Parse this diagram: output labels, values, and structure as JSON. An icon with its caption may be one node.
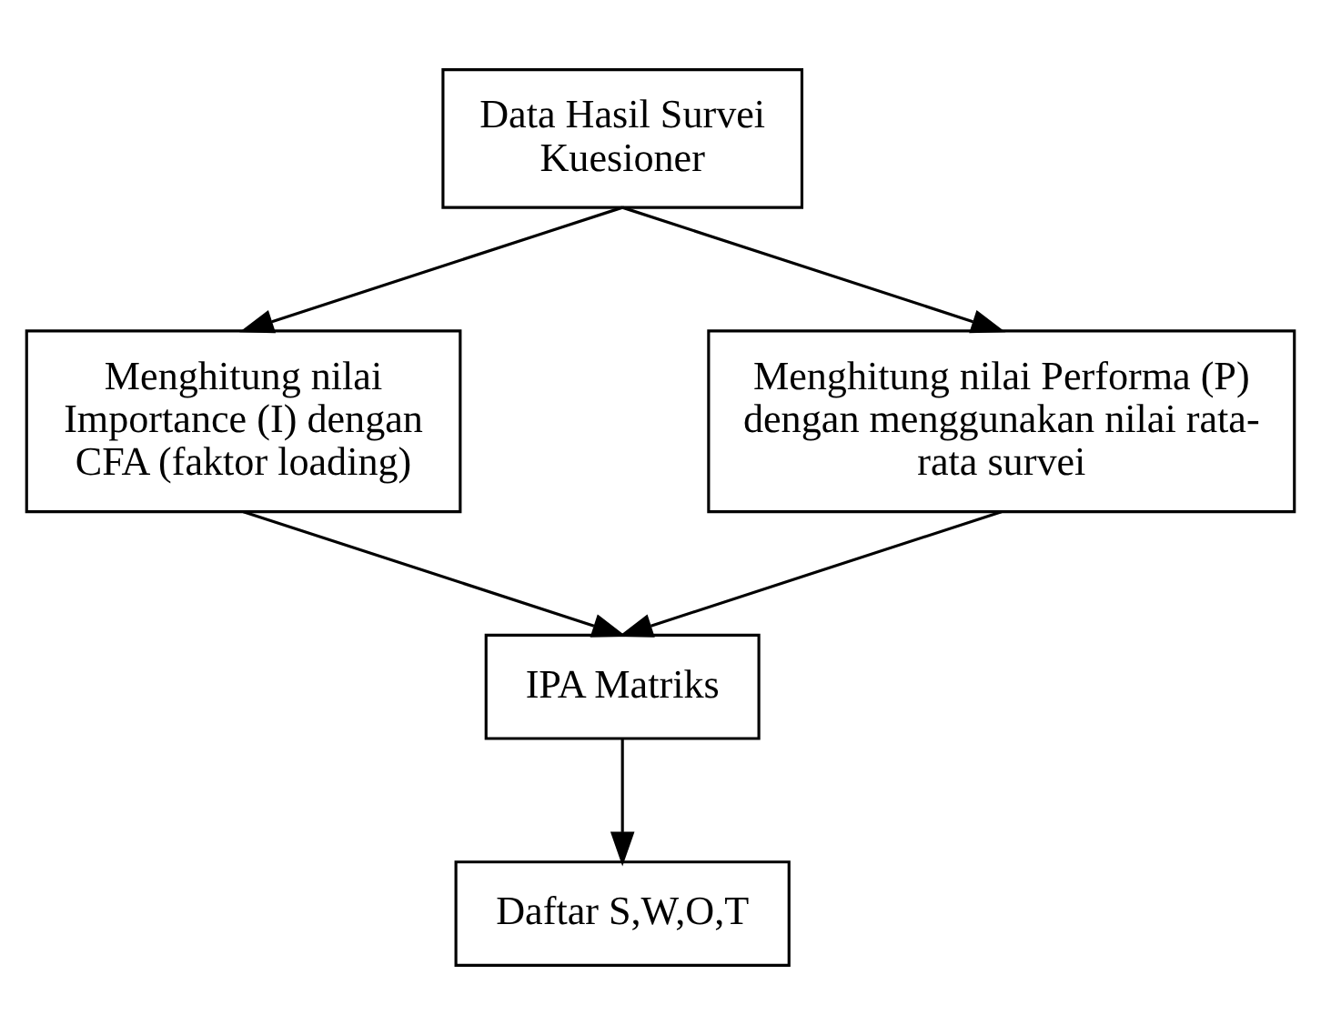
{
  "diagram": {
    "nodes": [
      {
        "text": [
          "Data Hasil Survei Kuesioner"
        ]
      },
      {
        "text": [
          "Menghitung nilai Importance (I) dengan CFA (faktor loading)"
        ]
      },
      {
        "text": [
          "Menghitung nilai Performa (P) dengan menggunakan nilai rata-rata survei"
        ]
      },
      {
        "text": [
          "IPA Matriks"
        ]
      },
      {
        "text": [
          "Daftar S,W,O,T"
        ]
      }
    ],
    "edges": [
      {
        "from": 0,
        "to": 1,
        "arrow": "to"
      },
      {
        "from": 0,
        "to": 2,
        "arrow": "to"
      },
      {
        "from": 1,
        "to": 3,
        "arrow": "to"
      },
      {
        "from": 2,
        "to": 3,
        "arrow": "to"
      },
      {
        "from": 3,
        "to": 4,
        "arrow": "to"
      }
    ]
  }
}
